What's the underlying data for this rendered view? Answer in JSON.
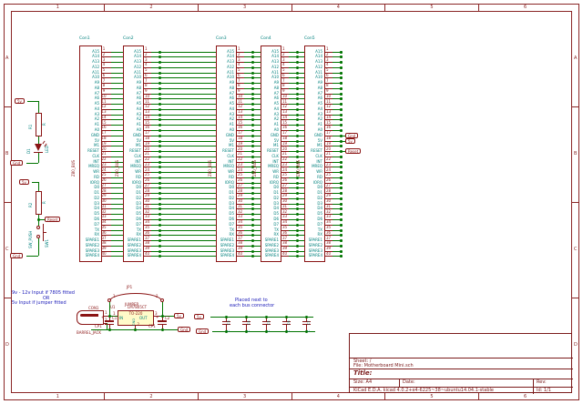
{
  "frame": {
    "columns": [
      "1",
      "2",
      "3",
      "4",
      "5",
      "6"
    ],
    "rows": [
      "A",
      "B",
      "C",
      "D"
    ]
  },
  "title_block": {
    "sheet": "Sheet: /",
    "file": "File: Motherboard Mini.sch",
    "title": "Title:",
    "size": "Size: A4",
    "date": "Date:",
    "rev": "Rev:",
    "kicad": "KiCad E.D.A.  kicad 4.0.2+e4-6225~38~ubuntu14.04.1-stable",
    "id": "Id: 1/1"
  },
  "bus": {
    "bus_label": "Z80_BUS",
    "connectors": [
      "Con1",
      "Con2",
      "Con3",
      "Con4",
      "Con5"
    ],
    "pins": [
      {
        "n": "1",
        "name": "A15"
      },
      {
        "n": "2",
        "name": "A14"
      },
      {
        "n": "3",
        "name": "A13"
      },
      {
        "n": "4",
        "name": "A12"
      },
      {
        "n": "5",
        "name": "A11"
      },
      {
        "n": "6",
        "name": "A10"
      },
      {
        "n": "7",
        "name": "A9"
      },
      {
        "n": "8",
        "name": "A8"
      },
      {
        "n": "9",
        "name": "A7"
      },
      {
        "n": "10",
        "name": "A6"
      },
      {
        "n": "11",
        "name": "A5"
      },
      {
        "n": "12",
        "name": "A4"
      },
      {
        "n": "13",
        "name": "A3"
      },
      {
        "n": "14",
        "name": "A2"
      },
      {
        "n": "15",
        "name": "A1"
      },
      {
        "n": "16",
        "name": "A0"
      },
      {
        "n": "17",
        "name": "GND"
      },
      {
        "n": "18",
        "name": "5V"
      },
      {
        "n": "19",
        "name": "M1"
      },
      {
        "n": "20",
        "name": "RESET"
      },
      {
        "n": "21",
        "name": "CLK"
      },
      {
        "n": "22",
        "name": "INT"
      },
      {
        "n": "23",
        "name": "MREQ"
      },
      {
        "n": "24",
        "name": "WR"
      },
      {
        "n": "25",
        "name": "RD"
      },
      {
        "n": "26",
        "name": "IORQ"
      },
      {
        "n": "27",
        "name": "D0"
      },
      {
        "n": "28",
        "name": "D1"
      },
      {
        "n": "29",
        "name": "D2"
      },
      {
        "n": "30",
        "name": "D3"
      },
      {
        "n": "31",
        "name": "D4"
      },
      {
        "n": "32",
        "name": "D5"
      },
      {
        "n": "33",
        "name": "D6"
      },
      {
        "n": "34",
        "name": "D7"
      },
      {
        "n": "35",
        "name": "TX"
      },
      {
        "n": "36",
        "name": "RX"
      },
      {
        "n": "37",
        "name": "SPARE1"
      },
      {
        "n": "38",
        "name": "SPARE2"
      },
      {
        "n": "39",
        "name": "SPARE3"
      },
      {
        "n": "40",
        "name": "SPARE4"
      }
    ],
    "right_labels": [
      {
        "pin": 17,
        "text": "Gnd"
      },
      {
        "pin": 18,
        "text": "5v"
      },
      {
        "pin": 20,
        "text": "Reset"
      }
    ]
  },
  "led_circuit": {
    "top_label": "5v",
    "resistor_ref": "R1",
    "resistor_val": "R",
    "led_ref": "D1",
    "led_val": "LED",
    "bottom_label": "Gnd"
  },
  "reset_circuit": {
    "top_label": "5v",
    "resistor_ref": "R2",
    "resistor_val": "R",
    "net_label": "Reset",
    "switch_ref": "SW1",
    "switch_val": "SW_PUSH",
    "bottom_label": "Gnd"
  },
  "power_input": {
    "notes": [
      "9v - 12v Input if 7805 fitted",
      "OR",
      "5v Input if jumper fitted"
    ],
    "jack_ref": "CON1",
    "jack_val": "BARREL_JACK",
    "jack_pin_1": "1",
    "jack_pin_2": "2",
    "jumper_ref": "JP1",
    "jumper_val": "JUMPER",
    "jumper_pin_1": "1",
    "jumper_pin_2": "2",
    "reg_ref": "U1",
    "reg_val": "LM7805CT",
    "reg_package": "TO-220",
    "reg_pin_in": "IN",
    "reg_pin_out": "OUT",
    "reg_pin_gnd": "GND",
    "reg_num_in": "1",
    "reg_num_gnd": "2",
    "reg_num_out": "3",
    "cap_in_ref": "C1",
    "cap_in_val": "CP1",
    "cap_in_plus": "+",
    "cap_out_ref": "C2",
    "cap_out_val": "CP1",
    "cap_out_plus": "+",
    "out_label": "5v",
    "gnd_label": "Gnd"
  },
  "cap_bank": {
    "note_line1": "Placed next to",
    "note_line2": "each bus connector",
    "rail_top_label": "5v",
    "rail_bottom_label": "Gnd",
    "caps": [
      {
        "ref": "C3",
        "val": "C"
      },
      {
        "ref": "C4",
        "val": "C"
      },
      {
        "ref": "C5",
        "val": "C"
      },
      {
        "ref": "C6",
        "val": "C"
      },
      {
        "ref": "C7",
        "val": "C"
      }
    ]
  },
  "colors": {
    "wire_green": "#007400",
    "symbol_red": "#8a1414",
    "pin_text_cyan": "#00807d",
    "note_blue": "#1a1ab8",
    "body_fill_yellow": "#fffbc9",
    "frame_red": "#8a2525"
  }
}
